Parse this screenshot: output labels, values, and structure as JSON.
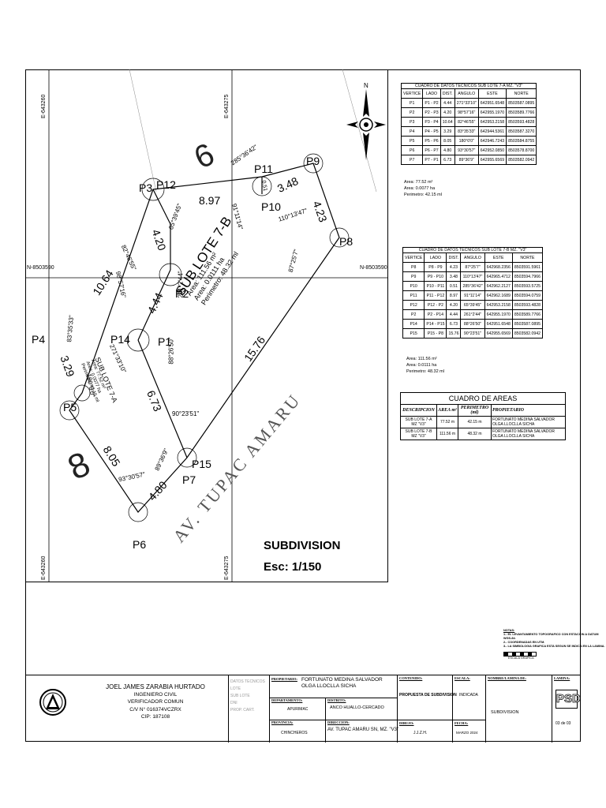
{
  "plan": {
    "grid_labels": {
      "e_left_top": "E-643260",
      "e_right_top": "E-643275",
      "e_left_bottom": "E-643260",
      "e_right_bottom": "E-643275",
      "n_left": "N-8503590",
      "n_right": "N-8503590"
    },
    "points": [
      "P1",
      "P2",
      "P3",
      "P4",
      "P5",
      "P6",
      "P7",
      "P8",
      "P9",
      "P10",
      "P11",
      "P12",
      "P14",
      "P15"
    ],
    "distances": [
      "10.64",
      "4.20",
      "8.97",
      "3.48",
      "4.23",
      "15.76",
      "4.44",
      "6.73",
      "3.29",
      "8.05",
      "4.80"
    ],
    "angles": [
      "82°46'55\"",
      "98°57'16\"",
      "65°39'45\"",
      "285°36'42\"",
      "91°11'14\"",
      "110°13'47\"",
      "87°25'7\"",
      "261°2'44\"",
      "88°26'50\"",
      "271°33'10\"",
      "83°35'33\"",
      "180°0'0\"",
      "90°23'51\"",
      "89°36'9\"",
      "93°30'57\"",
      "0.51"
    ],
    "lot_labels": [
      "6",
      "8"
    ],
    "sub_lote_b": {
      "name": "SUB LOTE 7-B",
      "area": "Area: 111.56 m²",
      "area_ha": "Area: 0.0111 ha",
      "perimetro": "Perimetro: 48.32 ml"
    },
    "sub_lote_a": {
      "name": "SUB LOTE 7-A",
      "area": "Area: 77.52 m²",
      "area_ha": "Area: 0.0077 ha",
      "perimetro": "Perimetro: 42.15 ml"
    },
    "avenue": "AV.  TUPAC  AMARU",
    "north": "N",
    "title": "SUBDIVISION",
    "scale": "Esc: 1/150"
  },
  "table_a": {
    "caption": "CUADRO DE DATOS TECNICOS SUB LOTE 7-A  MZ. \"V3\"",
    "headers": [
      "VERTICE",
      "LADO",
      "DIST.",
      "ANGULO",
      "ESTE",
      "NORTE"
    ],
    "rows": [
      [
        "P1",
        "P1 - P2",
        "4.44",
        "271°33'10\"",
        "642951.6548",
        "8503587.0895"
      ],
      [
        "P2",
        "P2 - P3",
        "4.20",
        "98°57'16\"",
        "642955.1970",
        "8503589.7766"
      ],
      [
        "P3",
        "P3 - P4",
        "10.64",
        "82°46'55\"",
        "642953.2158",
        "8503593.4828"
      ],
      [
        "P4",
        "P4 - P5",
        "3.29",
        "83°35'33\"",
        "642944.5361",
        "8503587.3270"
      ],
      [
        "P5",
        "P5 - P6",
        "8.05",
        "180°0'0\"",
        "642946.7243",
        "8503584.8755"
      ],
      [
        "P6",
        "P6 - P7",
        "4.80",
        "93°30'57\"",
        "642952.0850",
        "8503578.8700"
      ],
      [
        "P7",
        "P7 - P1",
        "6.73",
        "89°36'9\"",
        "642955.6569",
        "8503582.0942"
      ]
    ],
    "summary": [
      "Area: 77.52 m²",
      "Area: 0.0077 ha",
      "Perimetro: 42.15 ml"
    ]
  },
  "table_b": {
    "caption": "CUADRO DE DATOS TECNICOS SUB LOTE 7-B  MZ. \"V3\"",
    "headers": [
      "VERTICE",
      "LADO",
      "DIST.",
      "ANGULO",
      "ESTE",
      "NORTE"
    ],
    "rows": [
      [
        "P8",
        "P8 - P9",
        "4.23",
        "87°25'7\"",
        "642968.2356",
        "8503591.5961"
      ],
      [
        "P9",
        "P9 - P10",
        "3.48",
        "110°13'47\"",
        "642965.4712",
        "8503594.7966"
      ],
      [
        "P10",
        "P10 - P11",
        "0.51",
        "285°36'42\"",
        "642962.2127",
        "8503593.5725"
      ],
      [
        "P11",
        "P11 - P12",
        "8.97",
        "91°11'14\"",
        "642962.1689",
        "8503594.0759"
      ],
      [
        "P12",
        "P12 - P2",
        "4.20",
        "65°39'45\"",
        "642953.2158",
        "8503593.4828"
      ],
      [
        "P2",
        "P2 - P14",
        "4.44",
        "261°2'44\"",
        "642955.1970",
        "8503589.7766"
      ],
      [
        "P14",
        "P14 - P15",
        "6.73",
        "88°26'50\"",
        "642951.6548",
        "8503587.0895"
      ],
      [
        "P15",
        "P15 - P8",
        "15.76",
        "90°23'51\"",
        "642955.6569",
        "8503582.0942"
      ]
    ],
    "summary": [
      "Area: 111.56 m²",
      "Area: 0.0111 ha",
      "Perimetro: 48.32 ml"
    ]
  },
  "areas": {
    "title": "CUADRO DE AREAS",
    "headers": [
      "DESCRIPCION",
      "AREA m²",
      "PERIMETRO (ml)",
      "PROPIETARIO"
    ],
    "rows": [
      {
        "desc": "SUB LOTE 7-A",
        "desc2": "MZ \"V3\"",
        "area": "77.52 m",
        "perimetro": "42.15 m",
        "owner1": "FORTUNATO MEDINA SALVADOR",
        "owner2": "OLGA LLOCLLA SICHA"
      },
      {
        "desc": "SUB LOTE 7-B",
        "desc2": "MZ \"V3\"",
        "area": "111.56 m",
        "perimetro": "48.32 m",
        "owner1": "FORTUNATO MEDINA SALVADOR",
        "owner2": "OLGA LLOCLLA SICHA"
      }
    ]
  },
  "notes": {
    "title": "NOTAS:",
    "lines": [
      "1.- EL LEVANTAMIENTO TOPOGRAFICO CON ESTACION A DATUM WGS-84.",
      "2.- COORDENADAS EN UTM.",
      "3.- LA SIMBOLOGIA GRAFICA ESTA SEGUN SE INDICA EN LA LAMINA."
    ],
    "scale_label": "ESCALA GRAFICA"
  },
  "title_block": {
    "engineer": "JOEL JAMES ZARABIA HURTADO",
    "profession": "INGENIERO CIVIL",
    "role": "VERIFICADOR COMUN",
    "cip_code": "C/V N° 016374VCZRX",
    "cip": "CIP: 187108",
    "data_labels": [
      "DATOS TECNICOS",
      "LOTE",
      "SUB LOTE",
      "DNI",
      "PROP. CART."
    ],
    "propietario_label": "PROPIETARIO:",
    "propietario1": "FORTUNATO MEDINA SALVADOR",
    "propietario2": "OLGA LLOCLLA SICHA",
    "departamento_label": "DEPARTAMENTO:",
    "departamento": "APURIMAC",
    "distrito_label": "DISTRITO:",
    "distrito": "ANCO HUALLO-CERCADO",
    "provincia_label": "PROVINCIA:",
    "provincia": "CHINCHEROS",
    "direccion_label": "DIRECCION:",
    "direccion": "AV. TUPAC AMARU SN, MZ. \"V3\"",
    "contenido_label": "CONTENIDO:",
    "contenido": "PROPUESTA  DE  SUBDIVISION",
    "escala_label": "ESCALA:",
    "escala": "INDICADA",
    "dibujo_label": "DIBUJO:",
    "dibujo": "J.J.Z.H.",
    "fecha_label": "FECHA:",
    "fecha": "MARZO 2024",
    "nombre_label": "NOMBRE/LAMINA DE:",
    "nombre": "SUBDIVISION",
    "lamina_label": "LAMINA:",
    "lamina_code": "PSD",
    "lamina_num": "03 de 03"
  }
}
